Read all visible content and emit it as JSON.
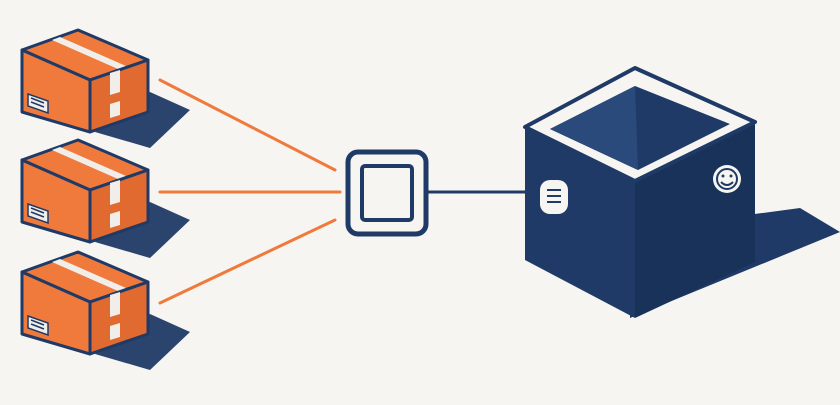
{
  "diagram": {
    "colors": {
      "background": "#f6f5f1",
      "package_orange": "#f07a3c",
      "package_orange_dark": "#e06a2f",
      "navy": "#1f3a66",
      "navy_dark": "#162c52",
      "connector_orange": "#f07a3c",
      "tape": "#f1eeea",
      "shadow": "#1f3a66"
    },
    "nodes": [
      {
        "id": "package-1",
        "kind": "package",
        "icon": "package-box-icon"
      },
      {
        "id": "package-2",
        "kind": "package",
        "icon": "package-box-icon"
      },
      {
        "id": "package-3",
        "kind": "package",
        "icon": "package-box-icon"
      },
      {
        "id": "hub",
        "kind": "square-node",
        "icon": "square-node-icon"
      },
      {
        "id": "container",
        "kind": "open-container",
        "icon": "open-box-icon"
      }
    ],
    "edges": [
      {
        "from": "package-1",
        "to": "hub",
        "color": "orange"
      },
      {
        "from": "package-2",
        "to": "hub",
        "color": "orange"
      },
      {
        "from": "package-3",
        "to": "hub",
        "color": "orange"
      },
      {
        "from": "hub",
        "to": "container",
        "color": "navy"
      }
    ]
  }
}
